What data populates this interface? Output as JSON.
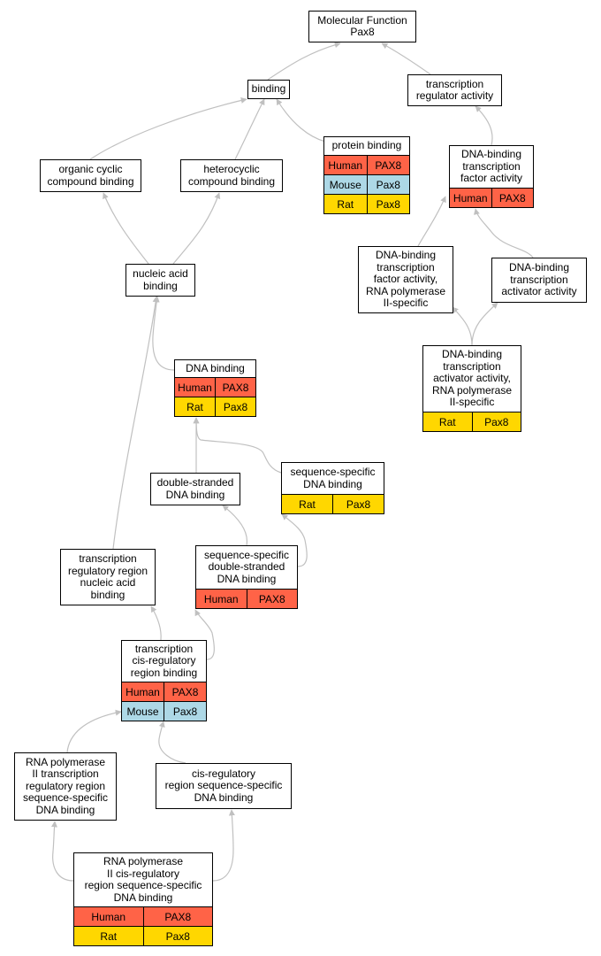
{
  "diagram": {
    "colors": {
      "human": "#ff6347",
      "mouse": "#add8e6",
      "rat": "#ffd700",
      "edge": "#c0c0c0"
    },
    "nodes": {
      "mf": {
        "label": "Molecular Function\nPax8",
        "rows": []
      },
      "binding": {
        "label": "binding",
        "rows": []
      },
      "tra": {
        "label": "transcription\nregulator activity",
        "rows": []
      },
      "ocb": {
        "label": "organic cyclic\ncompound binding",
        "rows": []
      },
      "hcb": {
        "label": "heterocyclic\ncompound binding",
        "rows": []
      },
      "pb": {
        "label": "protein binding",
        "rows": [
          {
            "species": "Human",
            "gene": "PAX8"
          },
          {
            "species": "Mouse",
            "gene": "Pax8"
          },
          {
            "species": "Rat",
            "gene": "Pax8"
          }
        ]
      },
      "dbtfa": {
        "label": "DNA-binding\ntranscription\nfactor activity",
        "rows": [
          {
            "species": "Human",
            "gene": "PAX8"
          }
        ]
      },
      "nab": {
        "label": "nucleic acid\nbinding",
        "rows": []
      },
      "dbtfa2": {
        "label": "DNA-binding\ntranscription\nfactor activity,\nRNA polymerase\nII-specific",
        "rows": []
      },
      "dbtaa": {
        "label": "DNA-binding\ntranscription\nactivator activity",
        "rows": []
      },
      "dnab": {
        "label": "DNA binding",
        "rows": [
          {
            "species": "Human",
            "gene": "PAX8"
          },
          {
            "species": "Rat",
            "gene": "Pax8"
          }
        ]
      },
      "dbtaa2": {
        "label": "DNA-binding\ntranscription\nactivator activity,\nRNA polymerase\nII-specific",
        "rows": [
          {
            "species": "Rat",
            "gene": "Pax8"
          }
        ]
      },
      "dsdb": {
        "label": "double-stranded\nDNA binding",
        "rows": []
      },
      "ssdb": {
        "label": "sequence-specific\nDNA binding",
        "rows": [
          {
            "species": "Rat",
            "gene": "Pax8"
          }
        ]
      },
      "trrnab": {
        "label": "transcription\nregulatory region\nnucleic acid\nbinding",
        "rows": []
      },
      "ssdsdb": {
        "label": "sequence-specific\ndouble-stranded\nDNA binding",
        "rows": [
          {
            "species": "Human",
            "gene": "PAX8"
          }
        ]
      },
      "tcrrb": {
        "label": "transcription\ncis-regulatory\nregion binding",
        "rows": [
          {
            "species": "Human",
            "gene": "PAX8"
          },
          {
            "species": "Mouse",
            "gene": "Pax8"
          }
        ]
      },
      "rp2trr": {
        "label": "RNA polymerase\nII transcription\nregulatory region\nsequence-specific\nDNA binding",
        "rows": []
      },
      "crrssdb": {
        "label": "cis-regulatory\nregion sequence-specific\nDNA binding",
        "rows": []
      },
      "rp2crr": {
        "label": "RNA polymerase\nII cis-regulatory\nregion sequence-specific\nDNA binding",
        "rows": [
          {
            "species": "Human",
            "gene": "PAX8"
          },
          {
            "species": "Rat",
            "gene": "Pax8"
          }
        ]
      }
    }
  }
}
